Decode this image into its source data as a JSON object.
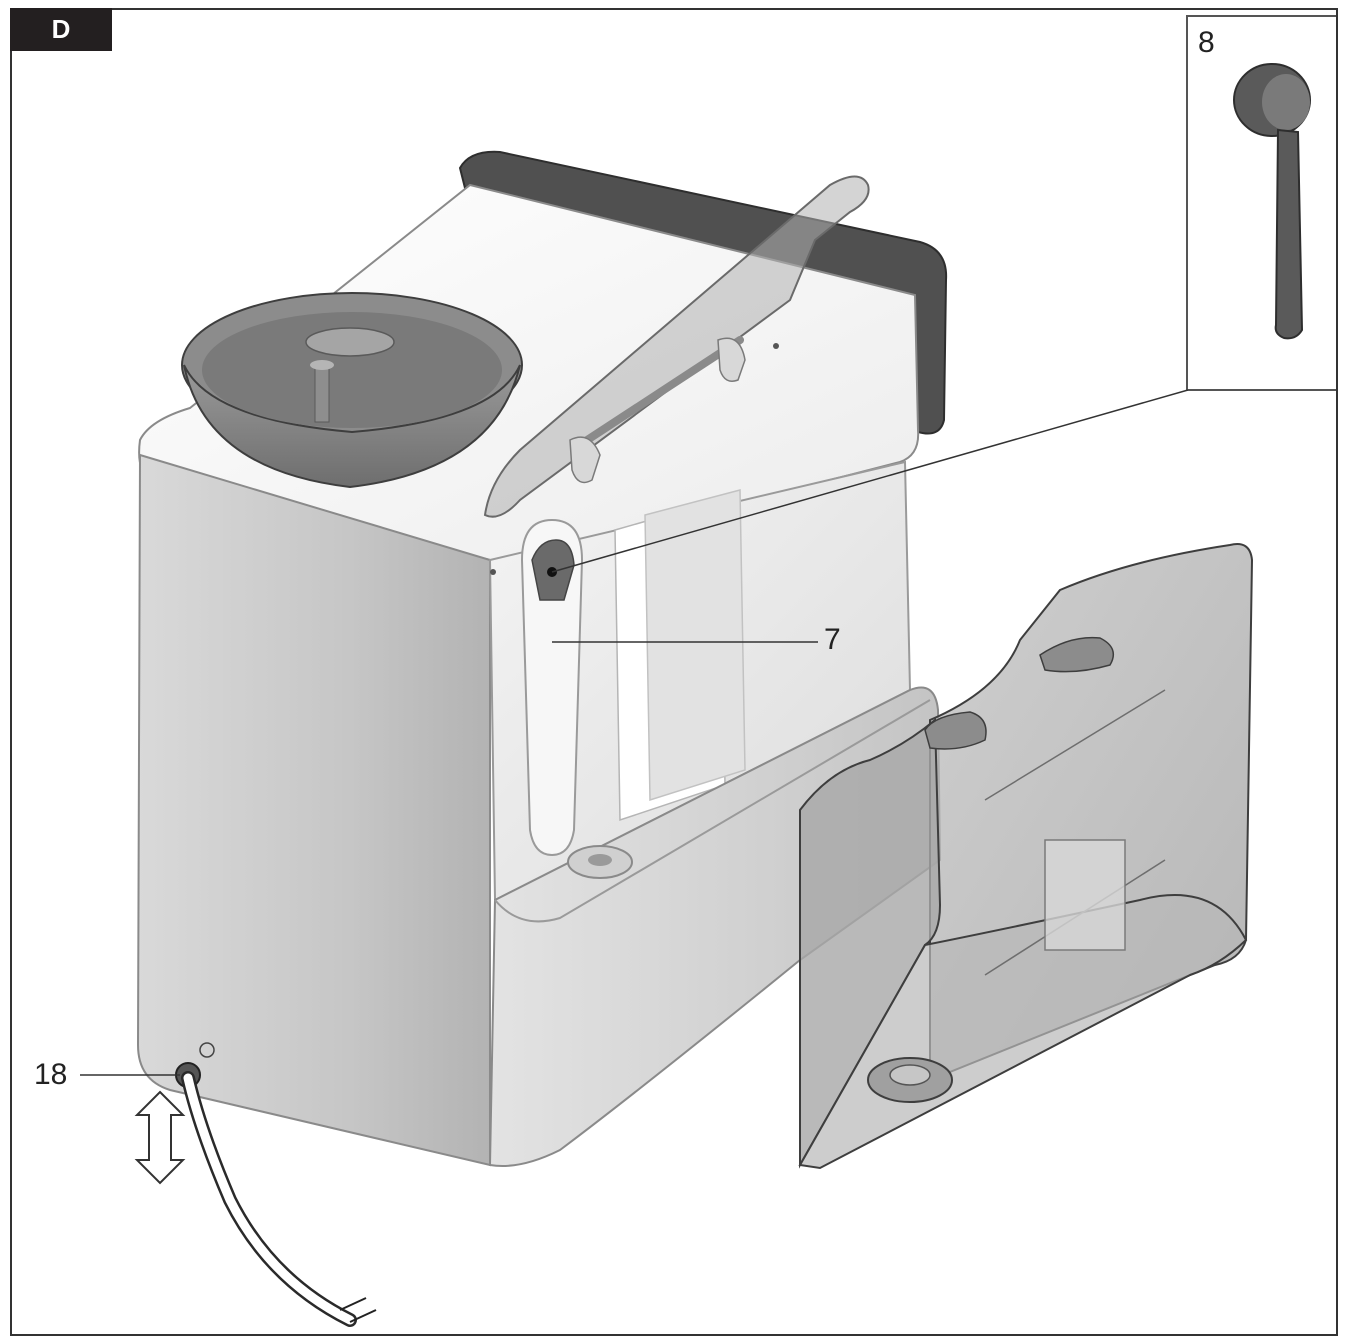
{
  "figure": {
    "section_label": "D",
    "callouts": [
      {
        "id": "8",
        "label": "8"
      },
      {
        "id": "7",
        "label": "7"
      },
      {
        "id": "18",
        "label": "18"
      }
    ]
  },
  "colors": {
    "frame": "#333333",
    "tab_bg": "#231f20",
    "tab_text": "#ffffff",
    "body_light": "#f2f2f2",
    "body_shade": "#bdbdbd",
    "dark_trim": "#4d4d4d",
    "transparent_tank": "#c9c9c9"
  }
}
